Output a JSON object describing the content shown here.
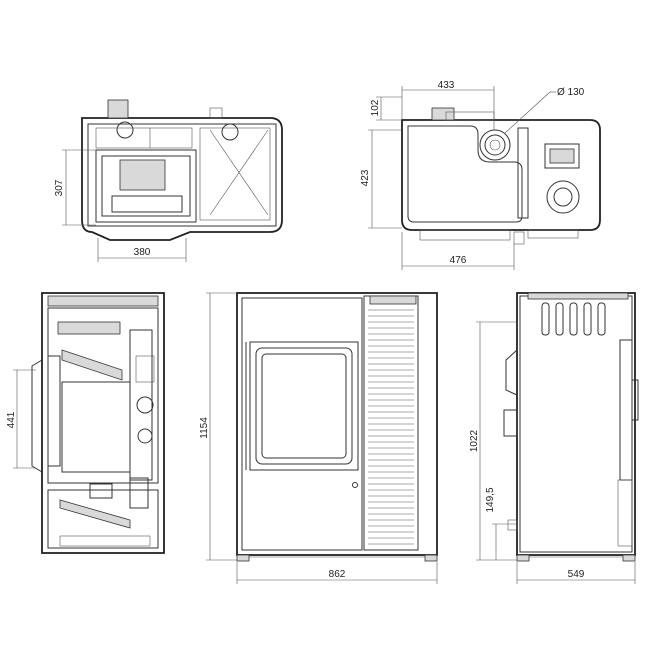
{
  "dimensions": {
    "top_section_depth": "307",
    "top_section_width": "380",
    "top_view_width": "433",
    "top_view_offset": "102",
    "top_view_depth": "423",
    "top_view_total_width": "476",
    "flue_diameter": "Ø 130",
    "section_height": "441",
    "front_height": "1154",
    "front_width": "862",
    "side_height": "1022",
    "side_inlet_height": "149,5",
    "side_width": "549"
  }
}
